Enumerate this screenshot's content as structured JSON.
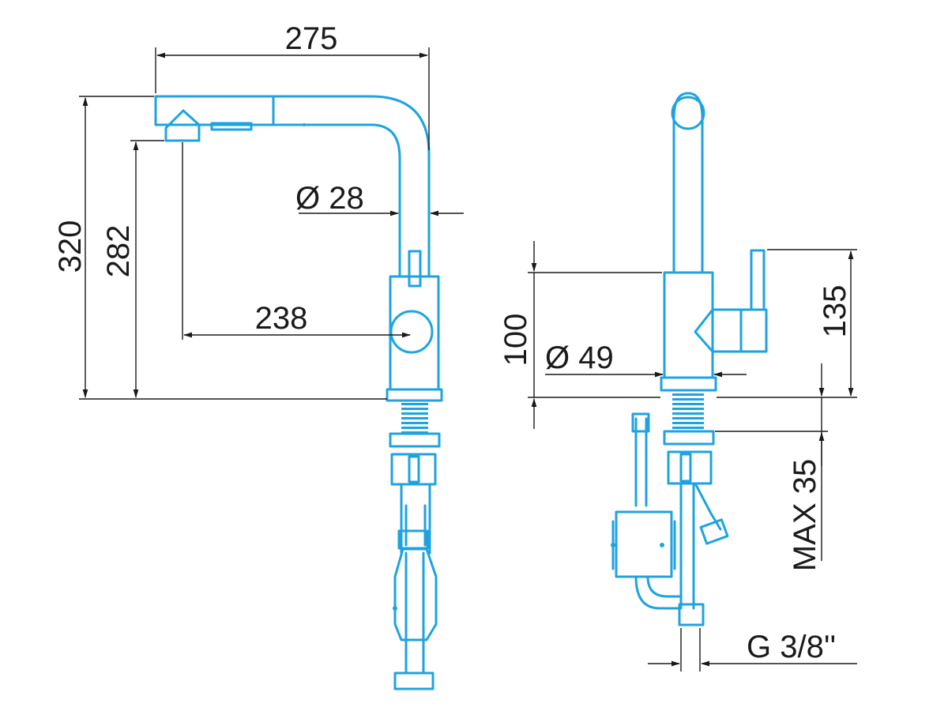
{
  "colors": {
    "outline": "#1ea3e0",
    "dimension": "#1a1a1a",
    "background": "#ffffff"
  },
  "side_view": {
    "dim_width": "275",
    "dim_height_total": "320",
    "dim_height_spout": "282",
    "dim_spout_diameter": "Ø 28",
    "dim_reach": "238"
  },
  "front_view": {
    "dim_lever_height": "135",
    "dim_body_height": "100",
    "dim_body_diameter": "Ø 49",
    "dim_max_deck": "MAX 35",
    "dim_connection": "G 3/8''"
  }
}
